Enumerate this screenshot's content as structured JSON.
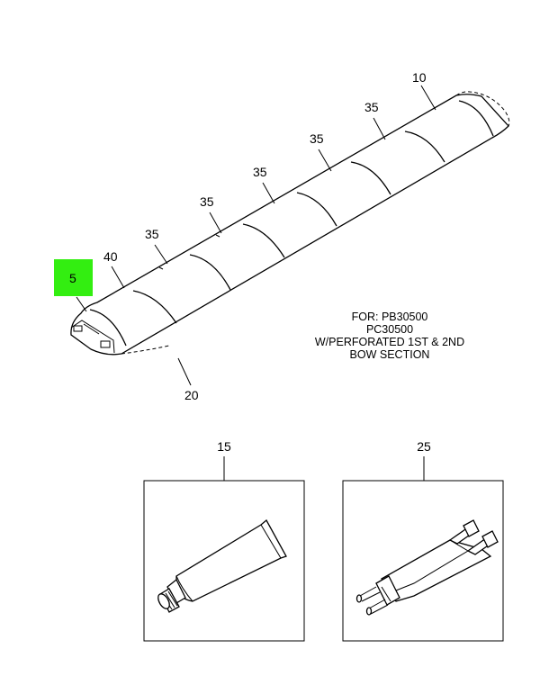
{
  "callouts": {
    "item_5": "5",
    "item_10": "10",
    "item_15": "15",
    "item_20": "20",
    "item_25": "25",
    "item_35": "35",
    "item_40": "40"
  },
  "highlight_color": "#33ee11",
  "note": {
    "line1": "FOR: PB30500",
    "line2": "PC30500",
    "line3": "W/PERFORATED 1ST & 2ND",
    "line4": "BOW SECTION"
  }
}
